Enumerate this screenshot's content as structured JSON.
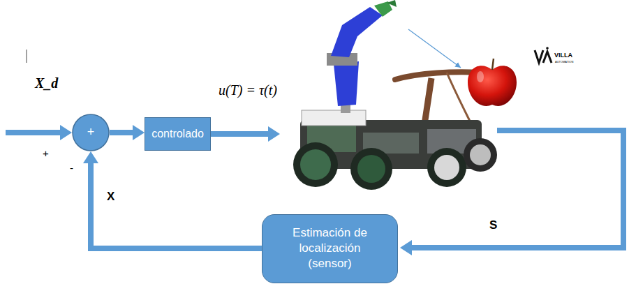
{
  "diagram": {
    "nodes": [
      {
        "text": [
          "+"
        ]
      },
      {
        "text": [
          "controlado"
        ]
      },
      {
        "text": [
          "Estimación de localización (sensor)"
        ]
      }
    ],
    "edges": [
      {
        "from": 0,
        "to": 1,
        "arrow": "to"
      },
      {
        "from": 2,
        "to": 0,
        "arrow": "to",
        "label": "X"
      }
    ],
    "labels": [
      "X_d",
      "+",
      "-",
      "u(T) = τ(t)",
      "S",
      "VILLA",
      "AUTOMATION"
    ]
  }
}
